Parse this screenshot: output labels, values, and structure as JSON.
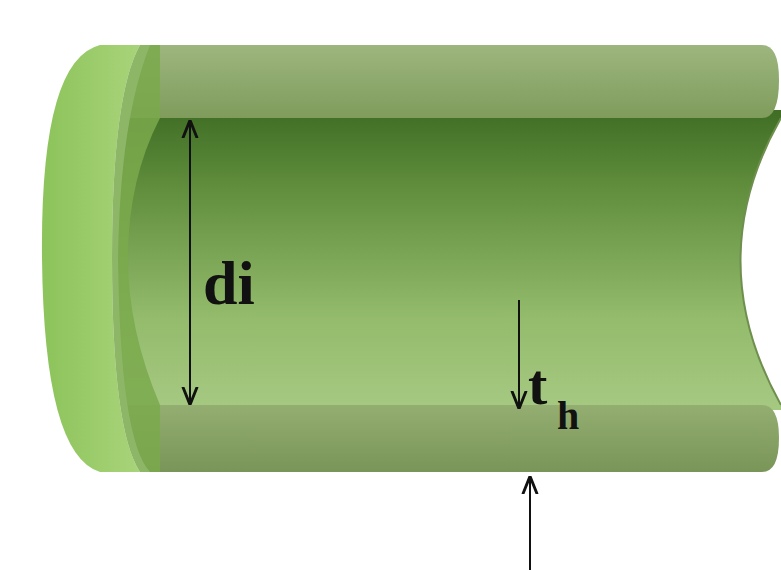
{
  "diagram": {
    "labels": [
      "di",
      "t",
      "h"
    ]
  }
}
